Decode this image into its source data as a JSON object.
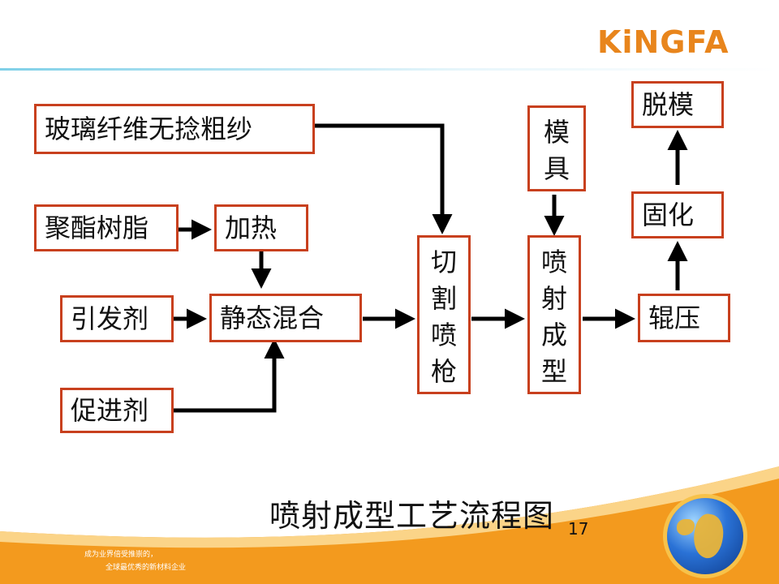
{
  "logo": {
    "text": "KiNGFA",
    "color": "#e8851c"
  },
  "flow": {
    "glass_fiber": "玻璃纤维无捻粗纱",
    "polyester_resin": "聚酯树脂",
    "heating": "加热",
    "initiator": "引发剂",
    "static_mixing": "静态混合",
    "accelerator": "促进剂",
    "chop_spray_gun": [
      "切",
      "割",
      "喷",
      "枪"
    ],
    "mold": [
      "模",
      "具"
    ],
    "spray_molding": [
      "喷",
      "射",
      "成",
      "型"
    ],
    "roll_press": "辊压",
    "cure": "固化",
    "demold": "脱模"
  },
  "caption": "喷射成型工艺流程图",
  "page_number": "17",
  "footer": {
    "slogan_line1": "成为业界倍受推崇的，",
    "slogan_line2": "全球最优秀的新材料企业"
  },
  "colors": {
    "box_border": "#c8401e",
    "arrow": "#000000",
    "footer_band": "#f39a1e"
  }
}
